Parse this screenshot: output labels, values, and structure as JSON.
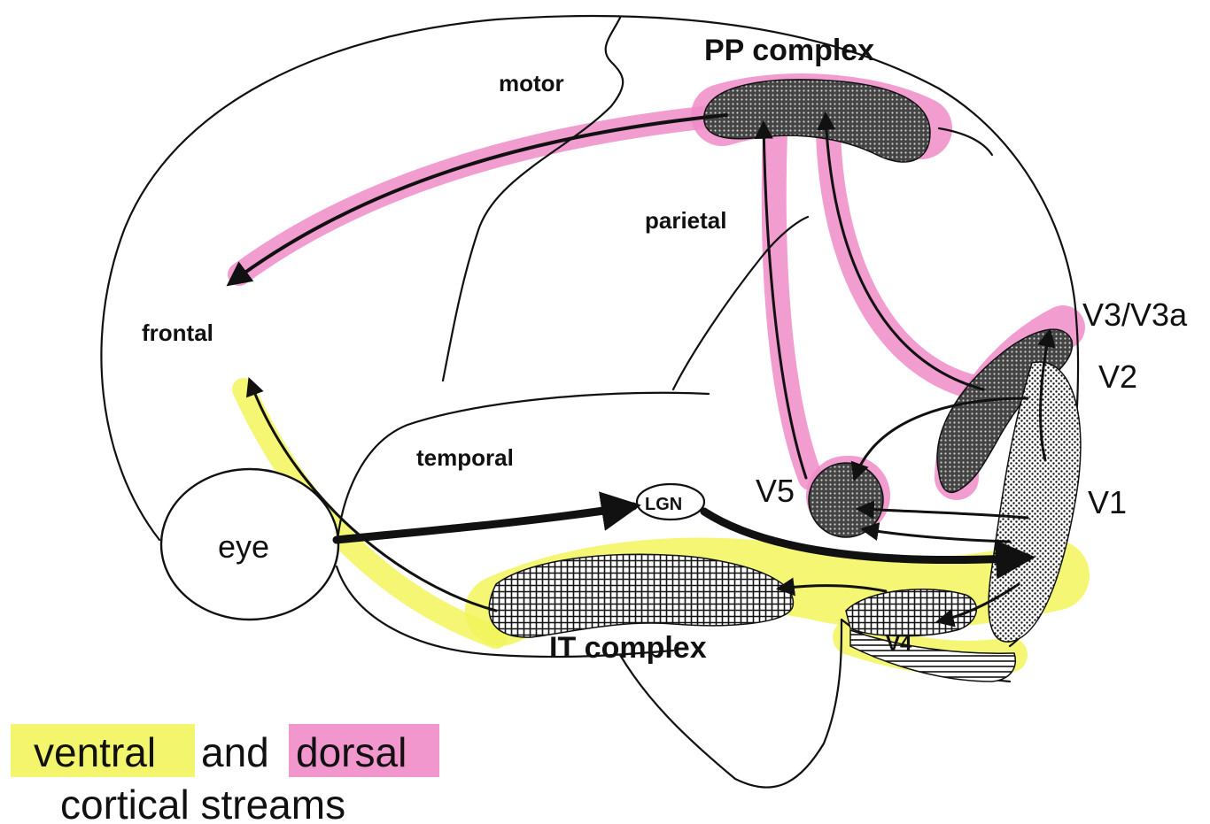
{
  "labels": {
    "motor": "motor",
    "pp_complex": "PP complex",
    "parietal": "parietal",
    "frontal": "frontal",
    "temporal": "temporal",
    "eye": "eye",
    "lgn": "LGN",
    "v5": "V5",
    "v3": "V3/V3a",
    "v2": "V2",
    "v1": "V1",
    "v4": "V4",
    "it_complex": "IT complex"
  },
  "caption": {
    "ventral": "ventral",
    "and": "and",
    "dorsal": "dorsal",
    "line2": "cortical streams"
  },
  "colors": {
    "ventral_highlight": "#f2f45c",
    "dorsal_highlight": "#f08cc8",
    "ink": "#111111"
  }
}
